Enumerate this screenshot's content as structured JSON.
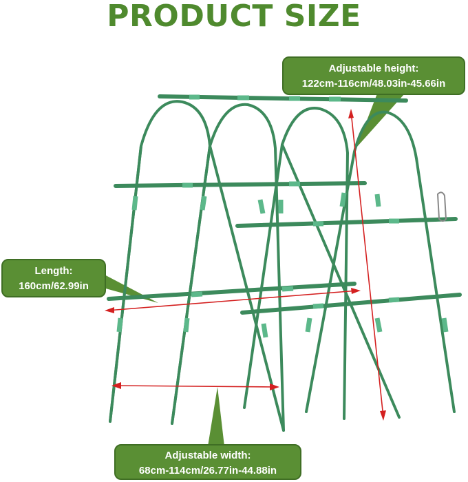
{
  "title": "PRODUCT SIZE",
  "callouts": {
    "height": {
      "label": "Adjustable height:",
      "value": "122cm-116cm/48.03in-45.66in"
    },
    "length": {
      "label": "Length:",
      "value": "160cm/62.99in"
    },
    "width": {
      "label": "Adjustable width:",
      "value": "68cm-114cm/26.77in-44.88in"
    }
  },
  "colors": {
    "title": "#4f8a2e",
    "callout": "#5a8f34",
    "stake": "#3c8a5c",
    "connector": "#5cb88a",
    "arrow": "#d42020"
  }
}
